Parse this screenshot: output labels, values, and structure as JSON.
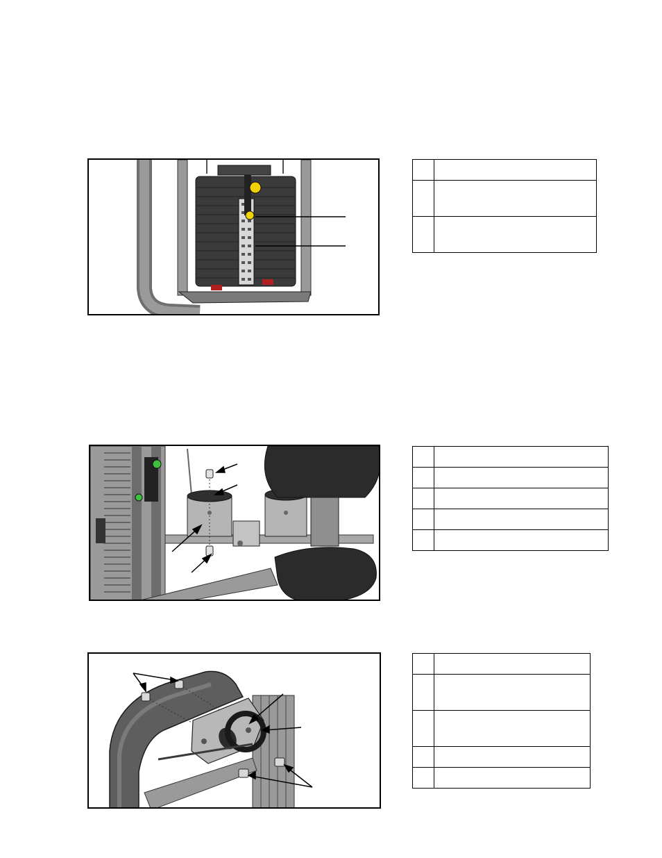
{
  "figures": [
    {
      "id": "figure-1",
      "content": "weight stack assembly"
    },
    {
      "id": "figure-2",
      "content": "pulley bracket assembly"
    },
    {
      "id": "figure-3",
      "content": "pulley pivot arm assembly"
    }
  ],
  "tables": [
    {
      "rows": [
        {
          "num": "",
          "desc": ""
        },
        {
          "num": "",
          "desc": ""
        },
        {
          "num": "",
          "desc": ""
        }
      ]
    },
    {
      "rows": [
        {
          "num": "",
          "desc": ""
        },
        {
          "num": "",
          "desc": ""
        },
        {
          "num": "",
          "desc": ""
        },
        {
          "num": "",
          "desc": ""
        },
        {
          "num": "",
          "desc": ""
        }
      ]
    },
    {
      "rows": [
        {
          "num": "",
          "desc": ""
        },
        {
          "num": "",
          "desc": ""
        },
        {
          "num": "",
          "desc": ""
        },
        {
          "num": "",
          "desc": ""
        },
        {
          "num": "",
          "desc": ""
        }
      ]
    }
  ],
  "colors": {
    "frame_gray": "#8a8a8a",
    "dark_plate": "#3a3a3a",
    "pin_yellow": "#f2d200",
    "pad_black": "#2b2b2b",
    "accent_red": "#b02020",
    "accent_green": "#3cc23c"
  }
}
